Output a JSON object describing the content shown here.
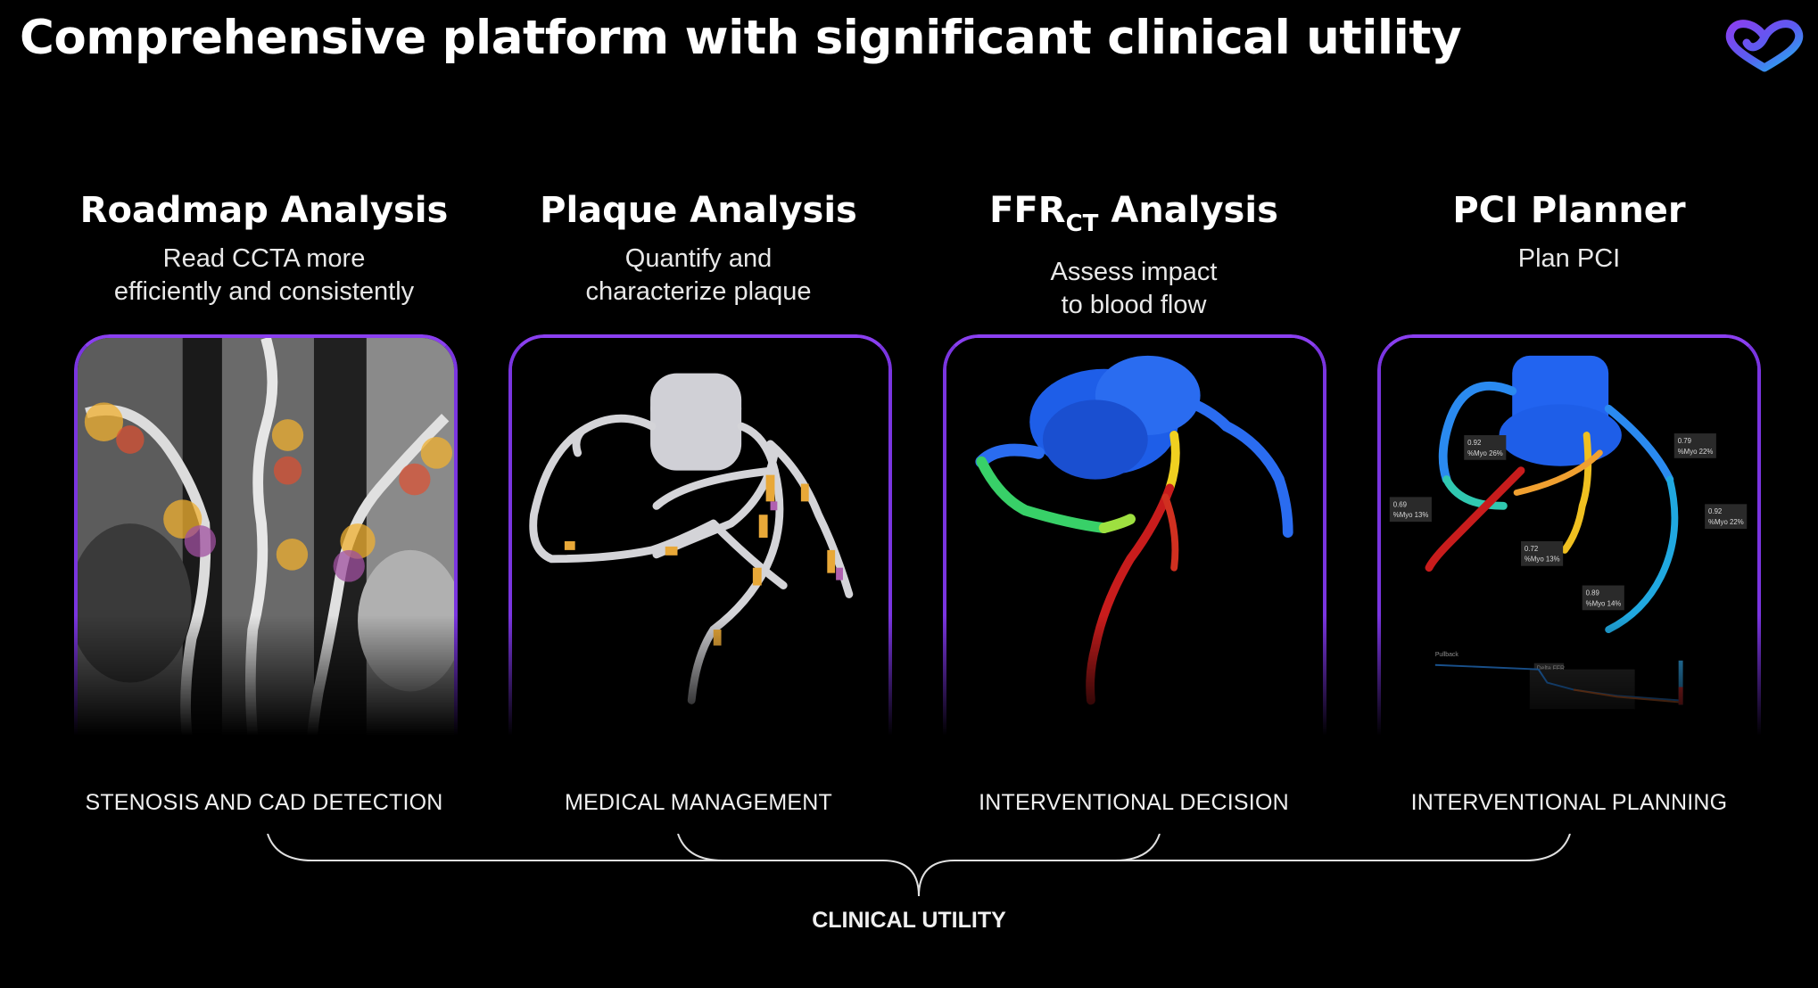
{
  "title": "Comprehensive platform with significant clinical utility",
  "logo_icon": "infinity-heart-icon",
  "accent": "#7a35e0",
  "columns": [
    {
      "heading": "Roadmap Analysis",
      "subtitle_line1": "Read CCTA more",
      "subtitle_line2": "efficiently and consistently",
      "utility": "STENOSIS AND CAD DETECTION"
    },
    {
      "heading": "Plaque Analysis",
      "subtitle_line1": "Quantify and",
      "subtitle_line2": "characterize plaque",
      "utility": "MEDICAL MANAGEMENT"
    },
    {
      "heading_main": "FFR",
      "heading_sub": "CT",
      "heading_rest": " Analysis",
      "subtitle_line1": "Assess impact",
      "subtitle_line2": "to blood flow",
      "utility": "INTERVENTIONAL DECISION"
    },
    {
      "heading": "PCI Planner",
      "subtitle_line1": "Plan PCI",
      "subtitle_line2": "",
      "utility": "INTERVENTIONAL PLANNING"
    }
  ],
  "pci_labels": [
    {
      "value": "0.92",
      "myo": "%Myo 26%"
    },
    {
      "value": "0.79",
      "myo": "%Myo 22%"
    },
    {
      "value": "0.69",
      "myo": "%Myo 13%"
    },
    {
      "value": "0.72",
      "myo": "%Myo 13%"
    },
    {
      "value": "0.92",
      "myo": "%Myo 22%"
    },
    {
      "value": "0.89",
      "myo": "%Myo 14%"
    }
  ],
  "pci_chart_title": "Pullback",
  "pci_chart_tag": "Delta FFR",
  "clinical_utility": "CLINICAL UTILITY"
}
